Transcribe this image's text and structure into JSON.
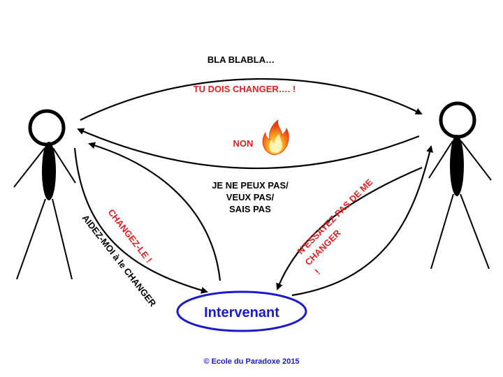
{
  "labels": {
    "top": "BLA BLABLA…",
    "demand": "TU DOIS CHANGER…. !",
    "refusal": "NON",
    "response_line1": "JE NE PEUX PAS/",
    "response_line2": "VEUX PAS/",
    "response_line3": "SAIS PAS",
    "left_red": "CHANGEZ-LE !",
    "left_black": "AIDEZ-MOI à le CHANGER",
    "right_line1": "N'ESSAYEZ PAS DE ME",
    "right_line2": "CHANGER",
    "right_line3": "!",
    "center": "Intervenant",
    "footer": "© Ecole du Paradoxe 2015"
  },
  "icons": {
    "flame": "flame-icon"
  },
  "colors": {
    "text": "#000000",
    "accent_red": "#e02020",
    "accent_blue": "#1a1acc",
    "figure": "#000000"
  }
}
